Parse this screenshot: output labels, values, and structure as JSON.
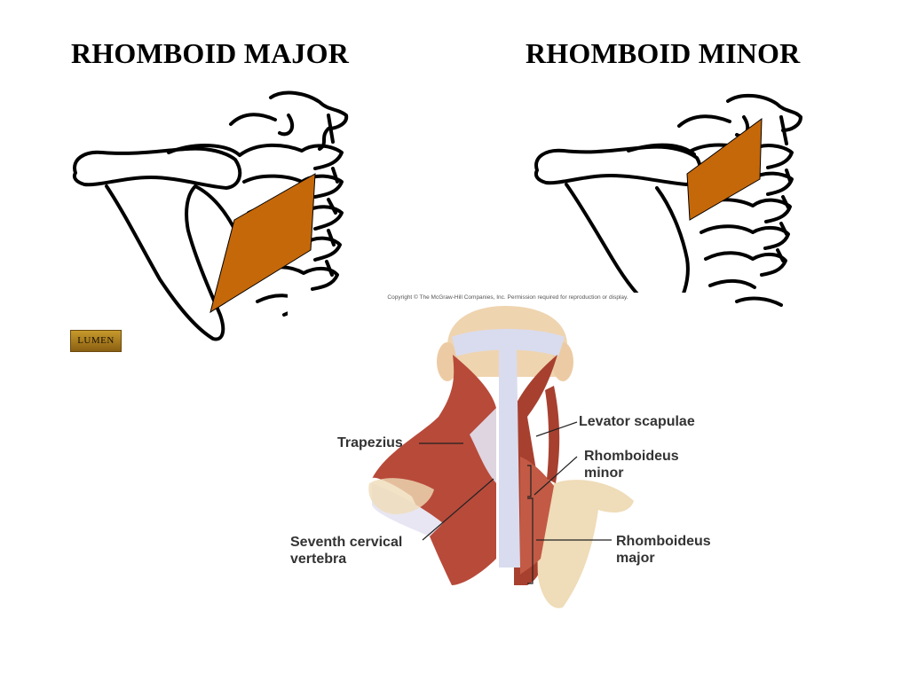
{
  "titles": {
    "left": "RHOMBOID MAJOR",
    "right": "RHOMBOID MINOR"
  },
  "logo_text": "LUMEN",
  "bottom_figure": {
    "copyright": "Copyright © The McGraw-Hill Companies, Inc. Permission required for reproduction or display.",
    "labels": {
      "levator_scapulae": "Levator scapulae",
      "trapezius": "Trapezius",
      "rhomboideus_minor_line1": "Rhomboideus",
      "rhomboideus_minor_line2": "minor",
      "seventh_cervical_line1": "Seventh cervical",
      "seventh_cervical_line2": "vertebra",
      "rhomboideus_major_line1": "Rhomboideus",
      "rhomboideus_major_line2": "major"
    }
  },
  "colors": {
    "muscle_highlight": "#c5680a",
    "muscle": "#b84a3a",
    "tendon": "#d9dcee",
    "bone": "#efdcb8"
  }
}
